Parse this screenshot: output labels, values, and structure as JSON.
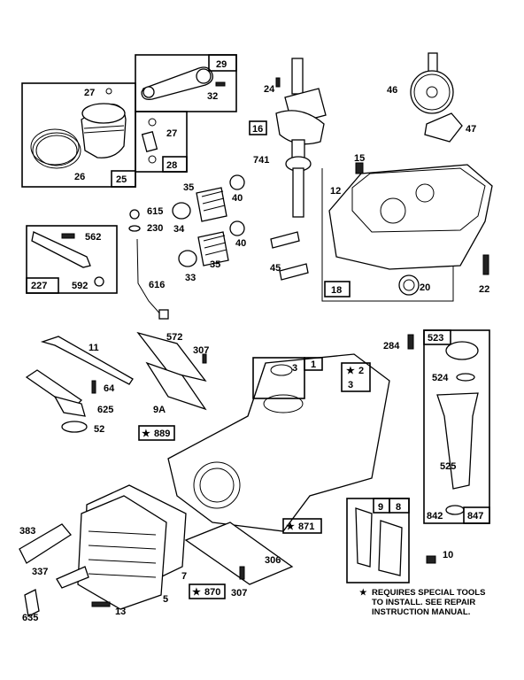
{
  "diagram": {
    "labels": {
      "p27a": "27",
      "p25": "25",
      "p26": "26",
      "p27b": "27",
      "p28": "28",
      "p29": "29",
      "p32": "32",
      "p24": "24",
      "p16": "16",
      "p741": "741",
      "p46": "46",
      "p47": "47",
      "p15": "15",
      "p12": "12",
      "p18": "18",
      "p20": "20",
      "p22": "22",
      "p35a": "35",
      "p40a": "40",
      "p615": "615",
      "p230": "230",
      "p34": "34",
      "p40b": "40",
      "p35b": "35",
      "p33": "33",
      "p45": "45",
      "p562": "562",
      "p227": "227",
      "p592": "592",
      "p616": "616",
      "p572": "572",
      "p307a": "307",
      "p11": "11",
      "p64": "64",
      "p625": "625",
      "p9a": "9A",
      "p52": "52",
      "p3a": "3",
      "p1": "1",
      "p2": "2",
      "p3b": "3",
      "p889": "889",
      "p284": "284",
      "p523": "523",
      "p524": "524",
      "p525": "525",
      "p842": "842",
      "p847": "847",
      "p9": "9",
      "p8": "8",
      "p871": "871",
      "p383": "383",
      "p337": "337",
      "p7": "7",
      "p306": "306",
      "p870": "870",
      "p307b": "307",
      "p10": "10",
      "p635": "635",
      "p13": "13",
      "p5": "5"
    },
    "star": "★",
    "note": {
      "line1": "REQUIRES SPECIAL TOOLS",
      "line2": "TO INSTALL.  SEE REPAIR",
      "line3": "INSTRUCTION MANUAL."
    }
  }
}
